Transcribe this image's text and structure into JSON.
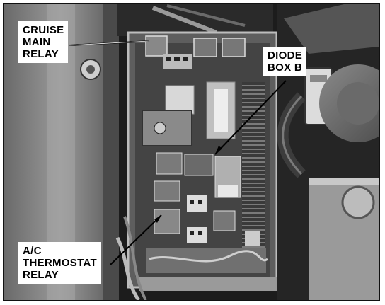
{
  "labels": {
    "cruise_main_relay": [
      "CRUISE",
      "MAIN",
      "RELAY"
    ],
    "diode_box_b": [
      "DIODE",
      "BOX B"
    ],
    "ac_thermostat_relay": [
      "A/C",
      "THERMOSTAT",
      "RELAY"
    ]
  },
  "colors": {
    "background": "#ffffff",
    "photo_dark": "#1a1a1a",
    "label_text": "#000000"
  }
}
